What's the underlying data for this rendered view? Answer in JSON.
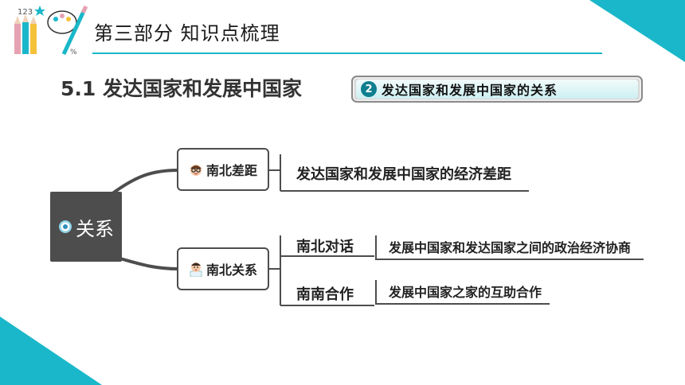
{
  "header": {
    "title": "第三部分  知识点梳理"
  },
  "section": {
    "heading": "5.1 发达国家和发展中国家"
  },
  "badge": {
    "number": "2",
    "text": "发达国家和发展中国家的关系"
  },
  "colors": {
    "accent": "#19b7c9",
    "node_dark": "#4d4d4d"
  },
  "mindmap": {
    "root": {
      "label": "关系",
      "icon": "target-icon"
    },
    "branches": [
      {
        "label": "南北差距",
        "icon": "glasses-face-icon",
        "leaves": [
          {
            "text": "发达国家和发展中国家的经济差距"
          }
        ]
      },
      {
        "label": "南北关系",
        "icon": "doctor-face-icon",
        "children": [
          {
            "label": "南北对话",
            "detail": "发展中国家和发达国家之间的政治经济协商"
          },
          {
            "label": "南南合作",
            "detail": "发展中国家之家的互助合作"
          }
        ]
      }
    ]
  }
}
